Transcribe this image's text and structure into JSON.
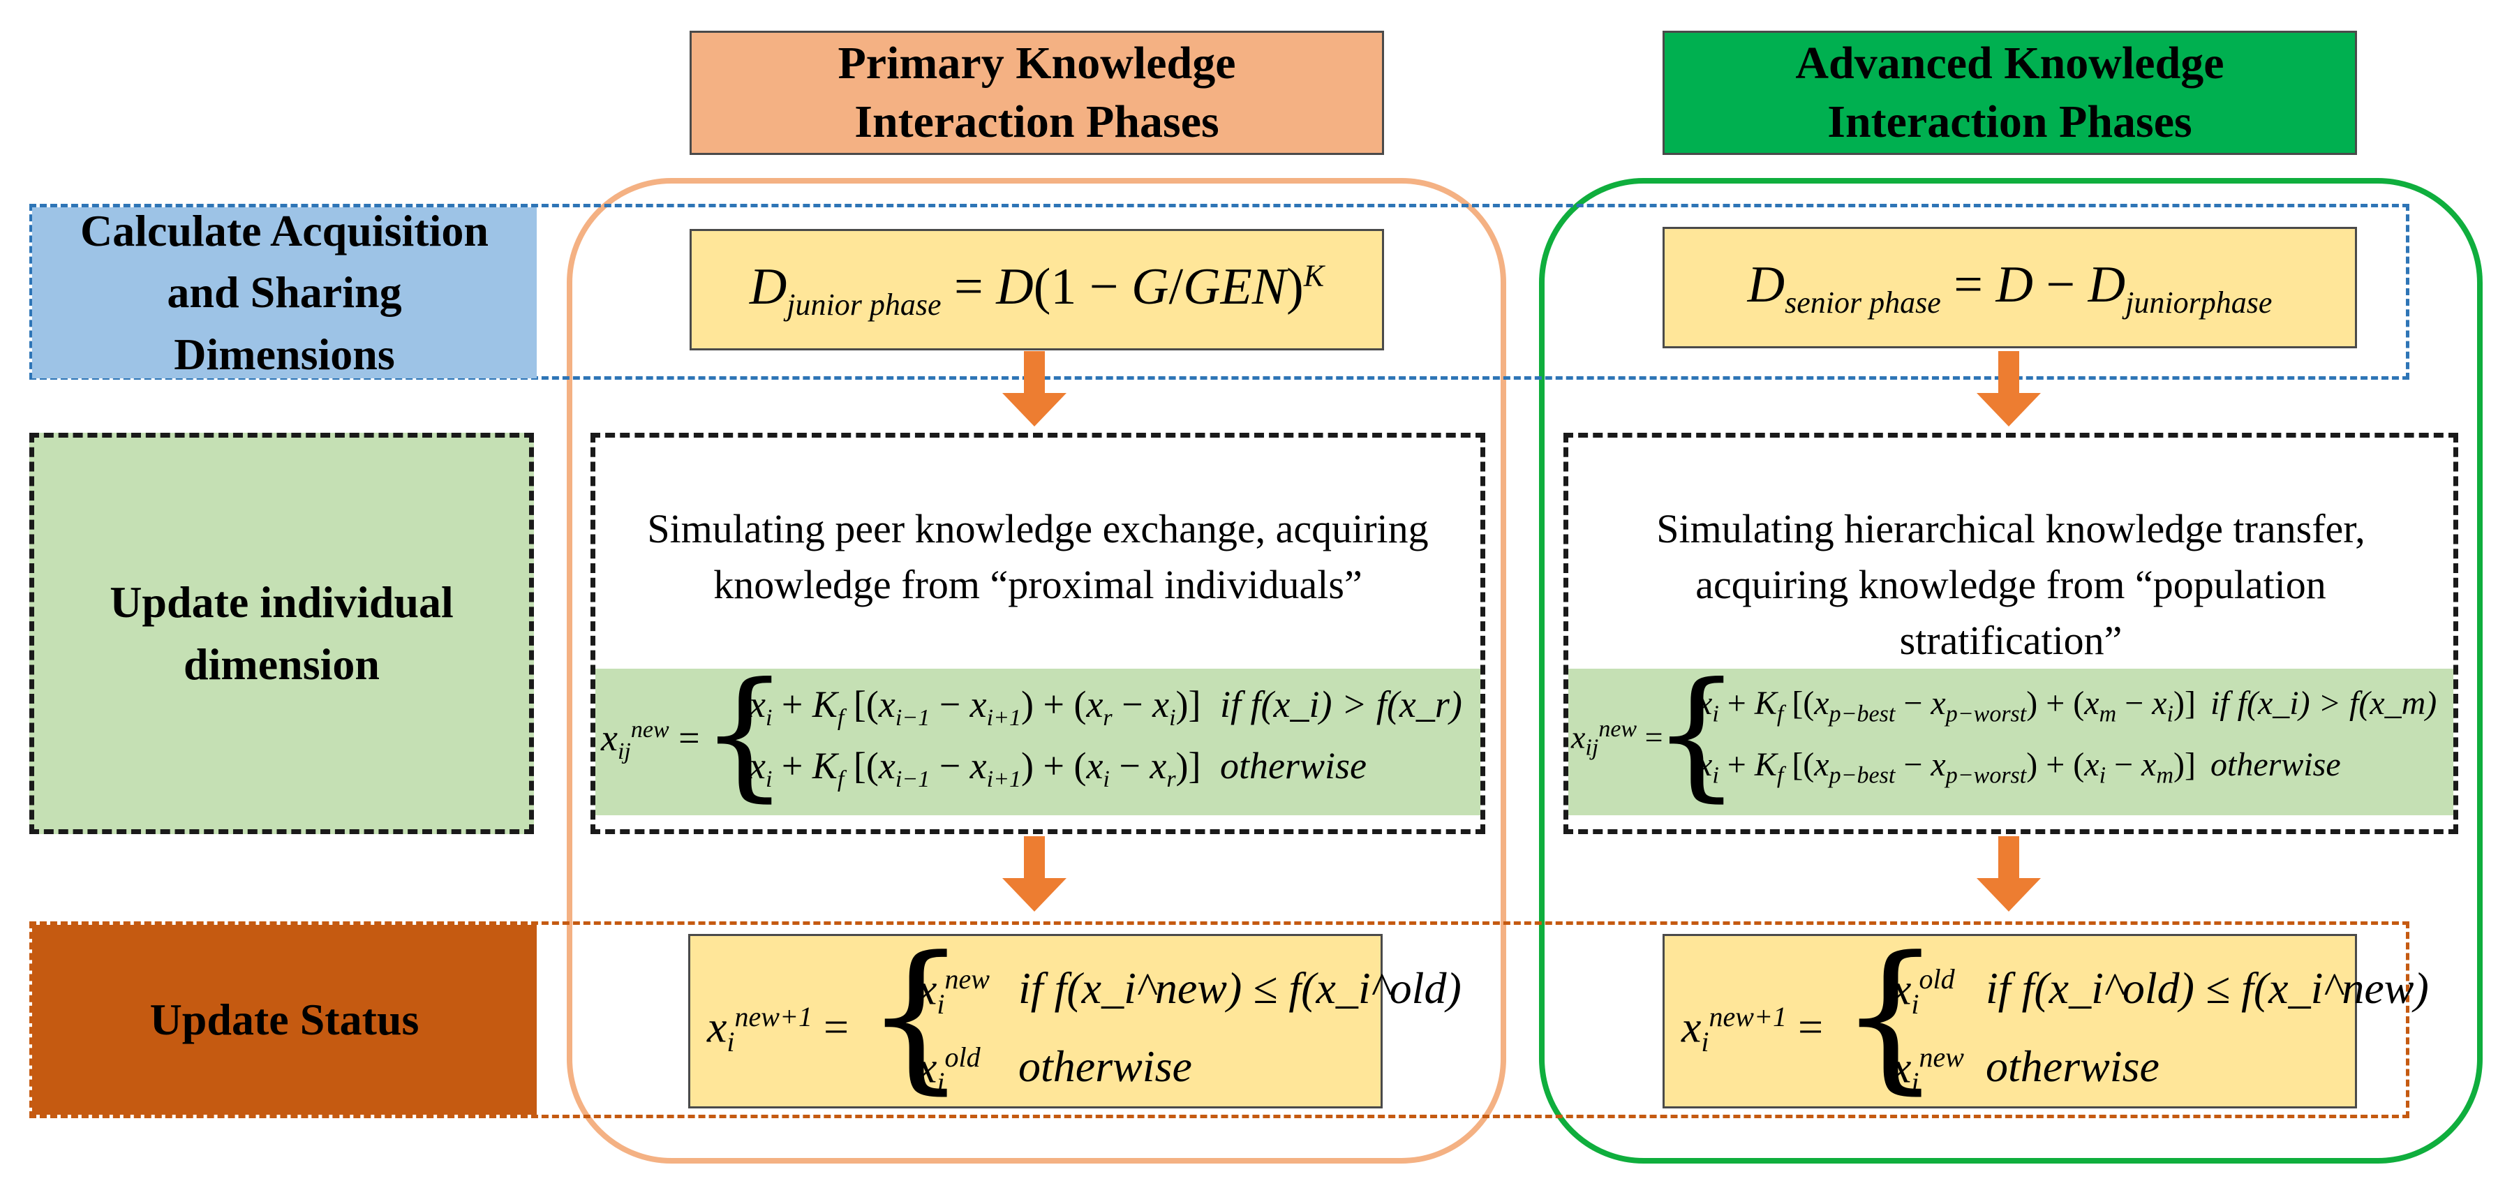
{
  "phases": {
    "primary": {
      "line1": "Primary Knowledge",
      "line2": "Interaction Phases",
      "color": "#f4b183"
    },
    "advanced": {
      "line1": "Advanced Knowledge",
      "line2": "Interaction Phases",
      "color": "#00b050"
    }
  },
  "rows": {
    "calculate": {
      "line1": "Calculate Acquisition",
      "line2": "and Sharing",
      "line3": "Dimensions",
      "color": "#9dc3e6"
    },
    "update_individual": {
      "line1": "Update individual",
      "line2": "dimension",
      "color": "#c5e0b4"
    },
    "update_status": {
      "label": "Update Status",
      "color": "#c55a11"
    }
  },
  "primary_block": {
    "desc_line1": "Simulating peer knowledge exchange, acquiring",
    "desc_line2": "knowledge from “proximal individuals”",
    "cond1": "if f(x_i) > f(x_r)",
    "cond2": "otherwise"
  },
  "advanced_block": {
    "desc_line1": "Simulating hierarchical knowledge transfer,",
    "desc_line2": "acquiring knowledge from “population",
    "desc_line3": "stratification”",
    "cond1": "if f(x_i) > f(x_m)",
    "cond2": "otherwise"
  },
  "status": {
    "primary_cond1": "if f(x_i^new) ≤ f(x_i^old)",
    "primary_cond2": "otherwise",
    "advanced_cond1": "if f(x_i^old) ≤ f(x_i^new)",
    "advanced_cond2": "otherwise"
  },
  "accent": {
    "arrow": "#ed7d31",
    "formula_bg": "#ffe699",
    "blue_dash": "#2e75b6",
    "orange_dash": "#c55a11"
  }
}
